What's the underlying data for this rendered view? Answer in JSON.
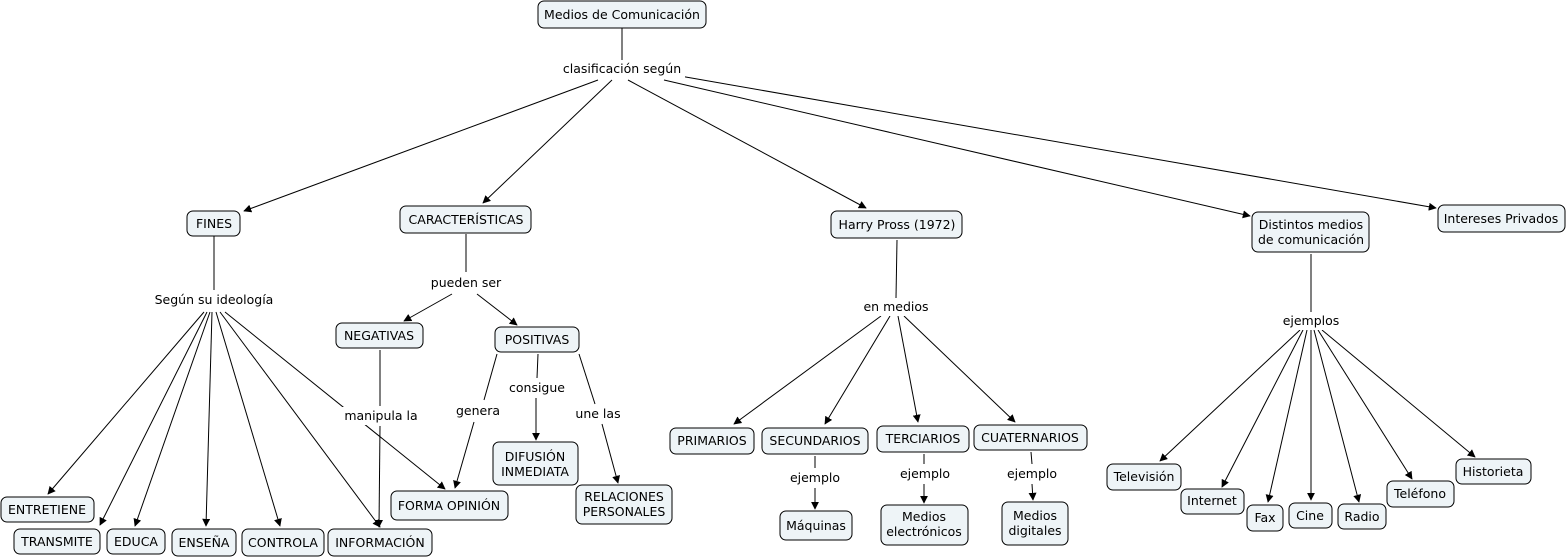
{
  "nodes": {
    "medios": "Medios de Comunicación",
    "fines": "FINES",
    "caracteristicas": "CARACTERÍSTICAS",
    "harry_pross": "Harry Pross (1972)",
    "distintos": [
      "Distintos medios",
      "de comunicación"
    ],
    "intereses": "Intereses Privados",
    "negativas": "NEGATIVAS",
    "positivas": "POSITIVAS",
    "entretiene": "ENTRETIENE",
    "transmite": "TRANSMITE",
    "educa": "EDUCA",
    "ensena": "ENSEÑA",
    "controla": "CONTROLA",
    "informacion": "INFORMACIÓN",
    "forma_opinion": "FORMA OPINIÓN",
    "difusion": [
      "DIFUSIÓN",
      "INMEDIATA"
    ],
    "relaciones": [
      "RELACIONES",
      "PERSONALES"
    ],
    "primarios": "PRIMARIOS",
    "secundarios": "SECUNDARIOS",
    "terciarios": "TERCIARIOS",
    "cuaternarios": "CUATERNARIOS",
    "maquinas": "Máquinas",
    "medios_electronicos": [
      "Medios",
      "electrónicos"
    ],
    "medios_digitales": [
      "Medios",
      "digitales"
    ],
    "television": "Televisión",
    "internet": "Internet",
    "fax": "Fax",
    "cine": "Cine",
    "radio": "Radio",
    "telefono": "Teléfono",
    "historieta": "Historieta"
  },
  "labels": {
    "clasificacion": "clasificación según",
    "segun_ideologia": "Según su ideología",
    "pueden_ser": "pueden ser",
    "manipula": "manipula la",
    "genera": "genera",
    "consigue": "consigue",
    "une_las": "une las",
    "en_medios": "en medios",
    "ejemplo_sec": "ejemplo",
    "ejemplo_ter": "ejemplo",
    "ejemplo_cua": "ejemplo",
    "ejemplos": "ejemplos"
  }
}
